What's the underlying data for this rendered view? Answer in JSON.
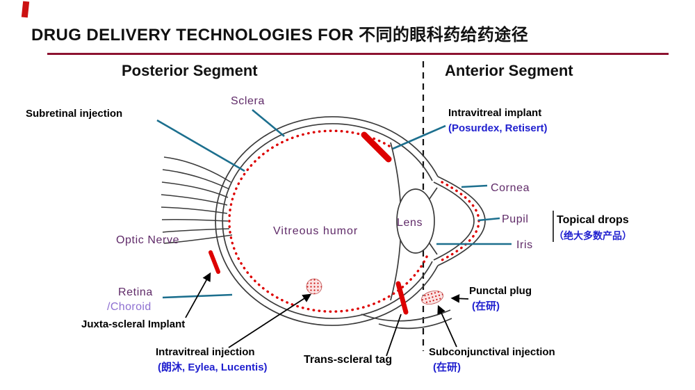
{
  "title": "DRUG DELIVERY TECHNOLOGIES FOR 不同的眼科药给药途径",
  "headings": {
    "posterior": "Posterior Segment",
    "anterior": "Anterior Segment"
  },
  "anatomy_labels": {
    "sclera": "Sclera",
    "cornea": "Cornea",
    "pupil": "Pupil",
    "iris": "Iris",
    "optic_nerve": "Optic Nerve",
    "vitreous_humor": "Vitreous humor",
    "lens": "Lens",
    "retina": "Retina",
    "choroid": "/Choroid"
  },
  "delivery_labels": {
    "subretinal_injection": "Subretinal injection",
    "intravitreal_implant": "Intravitreal implant",
    "intravitreal_implant_products": "(Posurdex, Retisert)",
    "topical_drops": "Topical drops",
    "topical_drops_note": "（绝大多数产品）",
    "punctal_plug": "Punctal plug",
    "punctal_plug_note": "(在研)",
    "juxta_scleral_implant": "Juxta-scleral Implant",
    "intravitreal_injection": "Intravitreal injection",
    "intravitreal_injection_products": "(朗沐, Eylea, Lucentis)",
    "trans_scleral_tag": "Trans-scleral tag",
    "subconjunctival_injection": "Subconjunctival injection",
    "subconjunctival_injection_note": "(在研)"
  },
  "colors": {
    "title_underline": "#8d1230",
    "anatomy_text": "#5f2a68",
    "choroid_text": "#8d6fd1",
    "product_text": "#2020cf",
    "leader_line": "#1c6f8e",
    "implant_red": "#dd0000",
    "outline": "#3a3a3a"
  }
}
